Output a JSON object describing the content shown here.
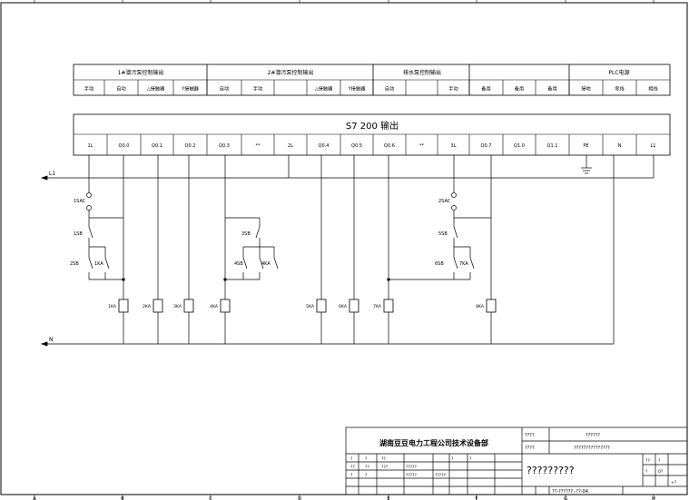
{
  "header_groups": [
    {
      "id": "g1",
      "label": "1#潜污泵控制输出"
    },
    {
      "id": "g2",
      "label": "2#潜污泵控制输出"
    },
    {
      "id": "g3",
      "label": "排水泵控制输出"
    },
    {
      "id": "g4",
      "label": "PLC电源"
    }
  ],
  "header_cells": [
    "手动",
    "自动",
    "△接触器",
    "Y接触器",
    "自动",
    "手动",
    "",
    "△接触器",
    "Y接触器",
    "自动",
    "",
    "手动",
    "备用",
    "备用",
    "备用",
    "接地",
    "零线",
    "相线"
  ],
  "plc_title": "S7  200  输出",
  "terminals": [
    "1L",
    "Q0.0",
    "Q0.1",
    "Q0.2",
    "Q0.3",
    "**",
    "2L",
    "Q0.4",
    "Q0.5",
    "Q0.6",
    "**",
    "3L",
    "Q0.7",
    "Q1.0",
    "Q1.1",
    "PE",
    "N",
    "L1"
  ],
  "rail_top": "L1",
  "rail_bottom": "N",
  "circuit_labels": {
    "fuse1": "1SAC",
    "sw1": "1SB",
    "sw1b": "2SB",
    "km1": "1KA",
    "sw2": "3SB",
    "sw2b": "4SB",
    "km2": "4KA",
    "fuse3": "2SAC",
    "sw3": "5SB",
    "sw3b": "6SB",
    "km3": "7KA"
  },
  "coils": [
    "1KA",
    "2KA",
    "3KA",
    "4KA",
    "5KA",
    "6KA",
    "7KA",
    "8KA"
  ],
  "title_block": {
    "company": "湖南豆豆电力工程公司技术设备部",
    "drawing_name": "?????????",
    "right_top_1": "????",
    "right_top_2": "??????",
    "right_mid_1": "????",
    "right_mid_2": "???????????????",
    "drawing_no": "??-?????? -??-04",
    "small": [
      "?",
      "?",
      "??",
      "??",
      "?????",
      "?????",
      "?",
      "?",
      "???",
      "?????",
      "??",
      "?",
      "?",
      "??",
      "?",
      "0?",
      "?",
      "+?"
    ]
  },
  "border_letters": [
    "A",
    "B",
    "C",
    "D",
    "E",
    "F",
    "G",
    "H"
  ]
}
